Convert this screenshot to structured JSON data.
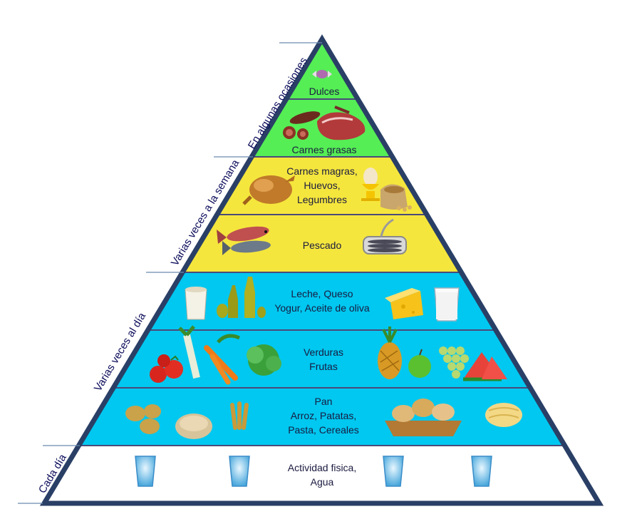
{
  "pyramid": {
    "colors": {
      "green": "#55ee55",
      "yellow": "#f5e63d",
      "cyan": "#00c8f0",
      "white": "#ffffff",
      "outline": "#2a3f66",
      "divider": "#4a4a7a"
    },
    "tiers": [
      {
        "label": "Dulces",
        "color": "green",
        "icons": [
          "candy-icon"
        ]
      },
      {
        "label": "Carnes grasas",
        "color": "green",
        "icons": [
          "sausage-icon",
          "red-meat-icon"
        ]
      },
      {
        "label": "Carnes magras,\nHuevos,\nLegumbres",
        "color": "yellow",
        "icons": [
          "roast-chicken-icon",
          "egg-cup-icon",
          "legumes-sack-icon"
        ]
      },
      {
        "label": "Pescado",
        "color": "yellow",
        "icons": [
          "fish-icon",
          "sardine-tin-icon"
        ]
      },
      {
        "label": "Leche, Queso\nYogur, Aceite de oliva",
        "color": "cyan",
        "icons": [
          "yogurt-icon",
          "olive-oil-icon",
          "cheese-icon",
          "milk-glass-icon"
        ]
      },
      {
        "label": "Verduras\nFrutas",
        "color": "cyan",
        "icons": [
          "tomatoes-icon",
          "leek-icon",
          "carrots-icon",
          "lettuce-icon",
          "pineapple-icon",
          "apple-icon",
          "grapes-icon",
          "watermelon-icon"
        ]
      },
      {
        "label": "Pan\nArroz, Patatas,\nPasta, Cereales",
        "color": "cyan",
        "icons": [
          "potatoes-icon",
          "rice-icon",
          "wheat-icon",
          "bread-basket-icon",
          "pasta-icon"
        ]
      },
      {
        "label": "Actividad fisica,\nAgua",
        "color": "white",
        "icons": [
          "water-glass-icon",
          "water-glass-icon",
          "water-glass-icon",
          "water-glass-icon"
        ]
      }
    ],
    "frequencies": [
      {
        "label": "En algunas ocasiones"
      },
      {
        "label": "Varias veces a la semana"
      },
      {
        "label": "Varias veces al día"
      },
      {
        "label": "Cada día"
      }
    ]
  }
}
